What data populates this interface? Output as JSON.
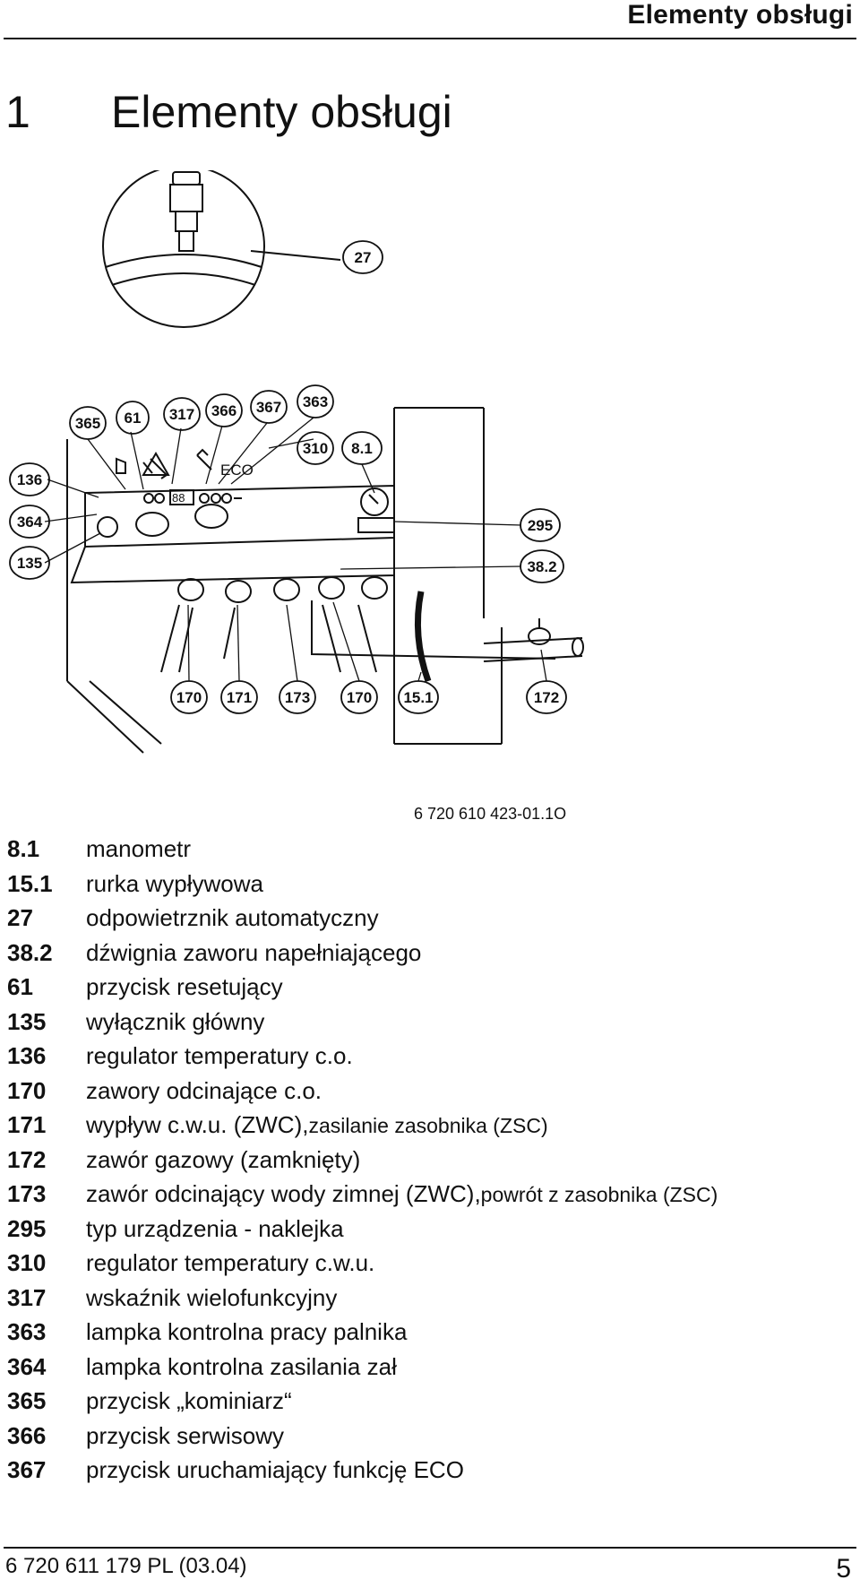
{
  "header": {
    "title": "Elementy obsługi"
  },
  "section": {
    "number": "1",
    "title": "Elementy obsługi"
  },
  "figure": {
    "code": "6 720 610 423-01.1O",
    "eco_label": "ECO",
    "display_digits": "88",
    "callouts": {
      "c27": "27",
      "c365": "365",
      "c61": "61",
      "c317": "317",
      "c366": "366",
      "c367": "367",
      "c363": "363",
      "c310": "310",
      "c8_1": "8.1",
      "c136": "136",
      "c364": "364",
      "c135": "135",
      "c295": "295",
      "c38_2": "38.2",
      "c170a": "170",
      "c171": "171",
      "c173": "173",
      "c170b": "170",
      "c15_1": "15.1",
      "c172": "172"
    }
  },
  "legend": [
    {
      "key": "8.1",
      "desc": "manometr"
    },
    {
      "key": "15.1",
      "desc": "rurka wypływowa"
    },
    {
      "key": "27",
      "desc": "odpowietrznik automatyczny"
    },
    {
      "key": "38.2",
      "desc": "dźwignia zaworu napełniającego"
    },
    {
      "key": "61",
      "desc": "przycisk resetujący"
    },
    {
      "key": "135",
      "desc": "wyłącznik główny"
    },
    {
      "key": "136",
      "desc": "regulator temperatury c.o."
    },
    {
      "key": "170",
      "desc": "zawory odcinające c.o."
    },
    {
      "key": "171",
      "desc": "wypływ c.w.u. (ZWC),",
      "note": " zasilanie zasobnika (ZSC)"
    },
    {
      "key": "172",
      "desc": "zawór gazowy (zamknięty)"
    },
    {
      "key": "173",
      "desc": "zawór odcinający wody zimnej (ZWC),",
      "note": " powrót z zasobnika (ZSC)"
    },
    {
      "key": "295",
      "desc": "typ urządzenia - naklejka"
    },
    {
      "key": "310",
      "desc": "regulator temperatury c.w.u."
    },
    {
      "key": "317",
      "desc": "wskaźnik wielofunkcyjny"
    },
    {
      "key": "363",
      "desc": "lampka kontrolna pracy palnika"
    },
    {
      "key": "364",
      "desc": "lampka kontrolna zasilania zał"
    },
    {
      "key": "365",
      "desc": "przycisk „kominiarz“"
    },
    {
      "key": "366",
      "desc": "przycisk serwisowy"
    },
    {
      "key": "367",
      "desc": "przycisk uruchamiający funkcję ECO"
    }
  ],
  "footer": {
    "doc_code": "6 720 611 179 PL (03.04)",
    "page_number": "5"
  }
}
